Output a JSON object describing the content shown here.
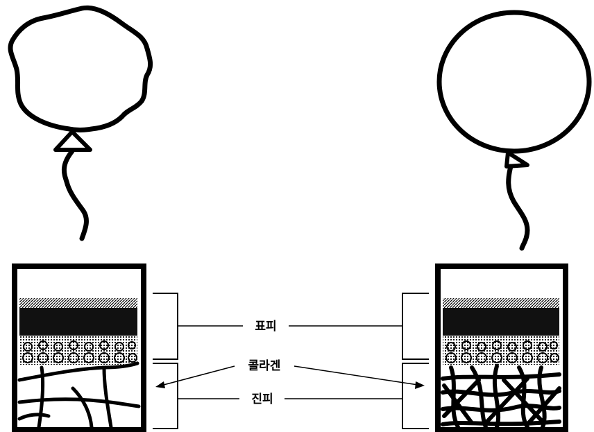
{
  "labels": {
    "epidermis": "표피",
    "collagen": "콜라겐",
    "dermis": "진피"
  },
  "panels": [
    {
      "balloon": "deflated",
      "collagen_state": "sparse"
    },
    {
      "balloon": "inflated",
      "collagen_state": "dense"
    }
  ],
  "colors": {
    "ink": "#000000",
    "background": "#ffffff"
  }
}
